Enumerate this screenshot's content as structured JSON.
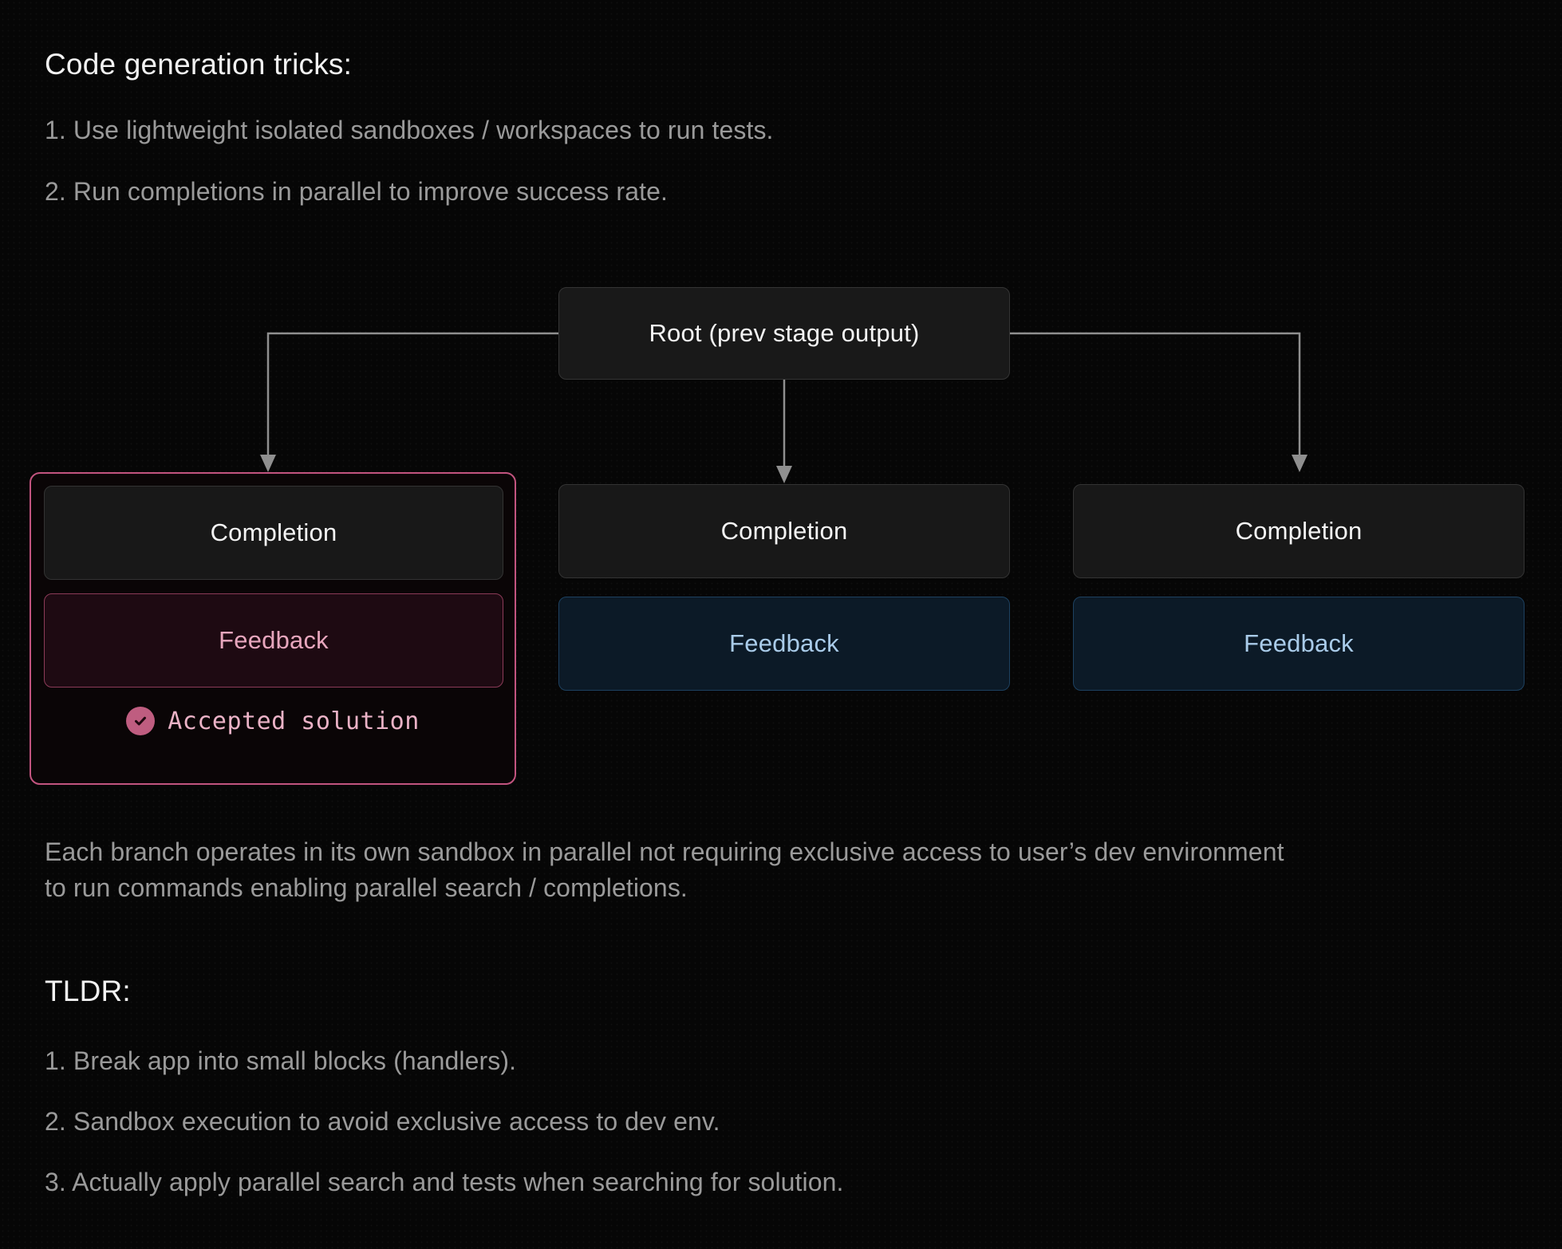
{
  "sections": {
    "tricks": {
      "heading": "Code generation tricks:",
      "items": [
        "1. Use lightweight isolated sandboxes / workspaces to run tests.",
        "2. Run completions in parallel to improve success rate."
      ]
    },
    "caption": "Each branch operates in its own sandbox in parallel not requiring exclusive access to user’s dev environment to run commands enabling parallel search / completions.",
    "tldr": {
      "heading": "TLDR:",
      "items": [
        "1. Break app into small blocks (handlers).",
        "2. Sandbox execution to avoid exclusive access to dev env.",
        "3. Actually apply parallel search and tests when searching for solution."
      ]
    }
  },
  "diagram": {
    "root": {
      "label": "Root (prev stage output)"
    },
    "branches": [
      {
        "completion_label": "Completion",
        "feedback_label": "Feedback",
        "accepted": true,
        "accepted_label": "Accepted solution",
        "accepted_icon": "check-circle-icon",
        "state": "accepted"
      },
      {
        "completion_label": "Completion",
        "feedback_label": "Feedback",
        "accepted": false,
        "state": "pending"
      },
      {
        "completion_label": "Completion",
        "feedback_label": "Feedback",
        "accepted": false,
        "state": "pending"
      }
    ],
    "connector_count": 3
  },
  "colors": {
    "background": "#060606",
    "accent_pink": "#c2547f",
    "accent_pink_text": "#e7a6bd",
    "accent_blue_border": "#1d4160",
    "accent_blue_text": "#a9cbe9",
    "node_fill": "#181818",
    "node_border": "#333333",
    "feedback_blue_fill": "#0c1a27",
    "feedback_pink_fill": "#1e0a12",
    "heading_text": "#f2f2f2",
    "body_text": "#9a9a9a",
    "connector_line": "#8f8f8f"
  }
}
